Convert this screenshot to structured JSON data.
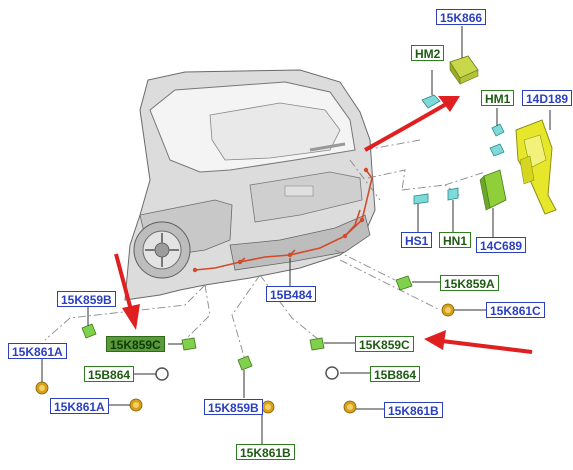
{
  "labels": {
    "15K866": "15K866",
    "HM2": "HM2",
    "HM1": "HM1",
    "14D189": "14D189",
    "HS1": "HS1",
    "HN1": "HN1",
    "14C689": "14C689",
    "15K859A": "15K859A",
    "15B484": "15B484",
    "15K861C": "15K861C",
    "15K859B_left": "15K859B",
    "15K859C_left": "15K859C",
    "15K861A_left": "15K861A",
    "15B864_left": "15B864",
    "15K861A_bottom": "15K861A",
    "15K859B_bottom": "15K859B",
    "15K861B_bottom": "15K861B",
    "15K859C_right": "15K859C",
    "15B864_right": "15B864",
    "15K861B_right": "15K861B"
  },
  "colors": {
    "label_blue": "#2a3fc2",
    "label_green": "#2e7d1e",
    "highlight_fill": "#5a9a3a",
    "module_yellow": "#e6e62a",
    "connector_green": "#7fd04a",
    "connector_cyan": "#7ed9d9",
    "sensor_gold": "#d8a018",
    "arrow_red": "#e02020",
    "wire_red": "#d24a2a"
  }
}
